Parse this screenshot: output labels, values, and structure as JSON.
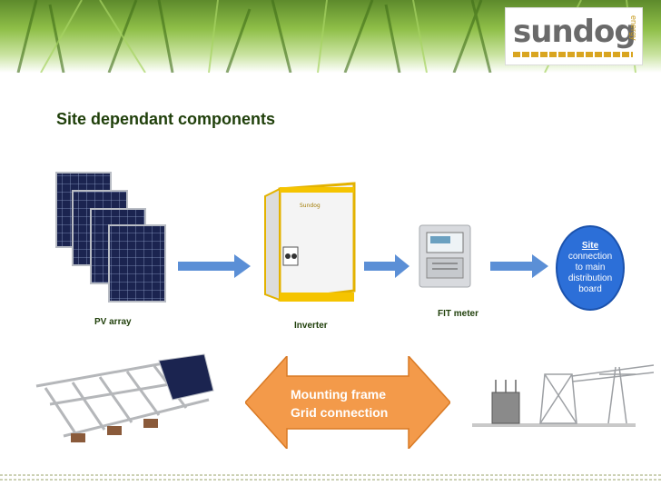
{
  "header": {
    "logo_text": "sundog",
    "logo_sub": "energy"
  },
  "title": "Site dependant components",
  "labels": {
    "pv_array": "PV array",
    "inverter": "Inverter",
    "fit_meter": "FIT meter"
  },
  "site": {
    "line1": "Site",
    "line2": "connection",
    "line3": "to main",
    "line4": "distribution",
    "line5": "board"
  },
  "center_arrow": {
    "line1": "Mounting frame",
    "line2": "Grid connection"
  },
  "colors": {
    "title": "#1f3f0a",
    "arrow_blue": "#5b8fd6",
    "site_blue": "#2c6fd8",
    "orange": "#f39a4a",
    "logo_gold": "#d9a520"
  }
}
